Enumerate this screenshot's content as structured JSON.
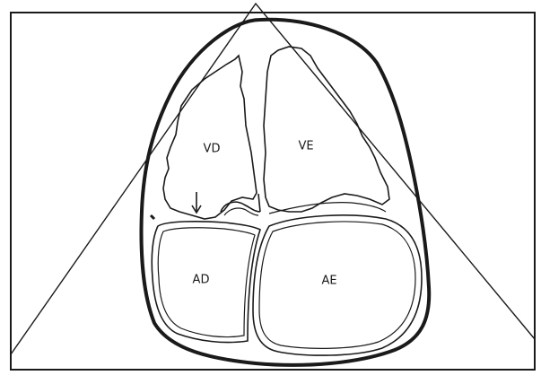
{
  "labels": {
    "vd": "VD",
    "ve": "VE",
    "ad": "AD",
    "ae": "AE"
  },
  "colors": {
    "ink": "#1a1a1a",
    "background": "#ffffff"
  },
  "icons": {
    "arrow": "down-arrow-icon"
  }
}
